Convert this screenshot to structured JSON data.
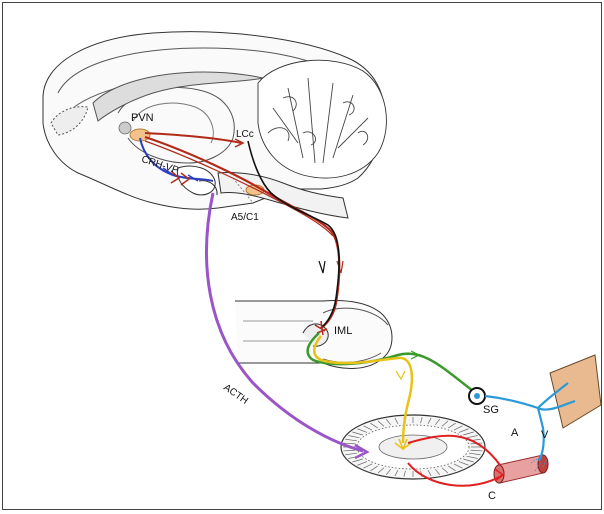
{
  "labels": {
    "pvn": "PVN",
    "lcc": "LCc",
    "crh_vp": "CRH-VP",
    "a5c1": "A5/C1",
    "iml": "IML",
    "acth": "ACTH",
    "sg": "SG",
    "a": "A",
    "v": "V",
    "c": "C"
  },
  "colors": {
    "sympathetic_descending": "#b22a1a",
    "noradrenergic": "#111111",
    "crh_vp": "#2b3fbf",
    "acth": "#9a55c8",
    "preganglionic_green": "#3a9a2a",
    "preganglionic_yellow": "#e8c21a",
    "postganglionic": "#2c9ad8",
    "vessel": "#e02020",
    "pvn_fill": "#f3c28a",
    "skin": "#e9b98f"
  }
}
